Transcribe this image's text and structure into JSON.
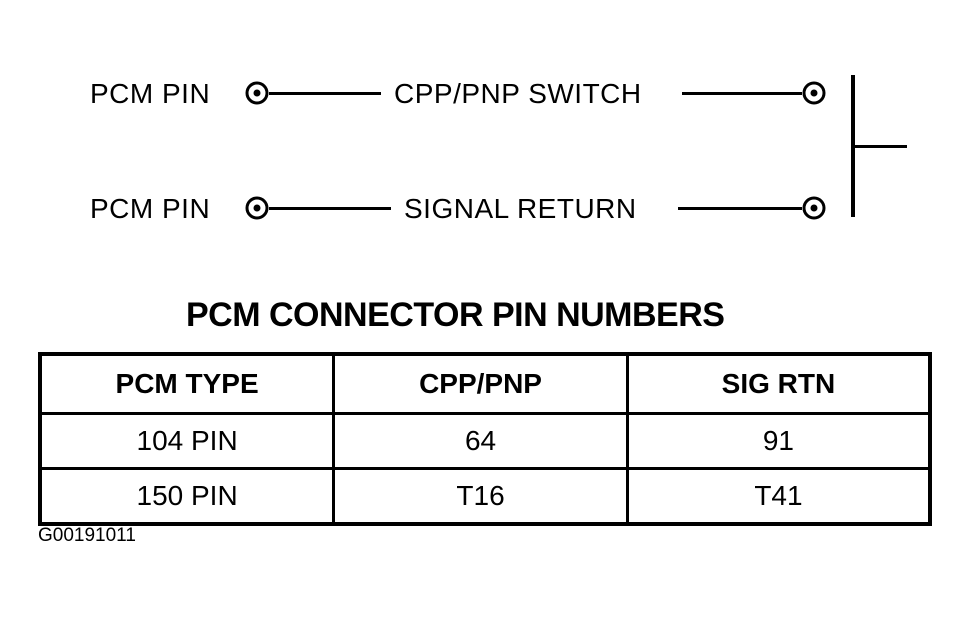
{
  "diagram": {
    "rows": [
      {
        "left_label": "PCM PIN",
        "wire_label": "CPP/PNP SWITCH"
      },
      {
        "left_label": "PCM PIN",
        "wire_label": "SIGNAL RETURN"
      }
    ]
  },
  "table": {
    "title": "PCM CONNECTOR PIN NUMBERS",
    "headers": [
      "PCM TYPE",
      "CPP/PNP",
      "SIG RTN"
    ],
    "rows": [
      [
        "104 PIN",
        "64",
        "91"
      ],
      [
        "150 PIN",
        "T16",
        "T41"
      ]
    ]
  },
  "figure_code": "G00191011"
}
